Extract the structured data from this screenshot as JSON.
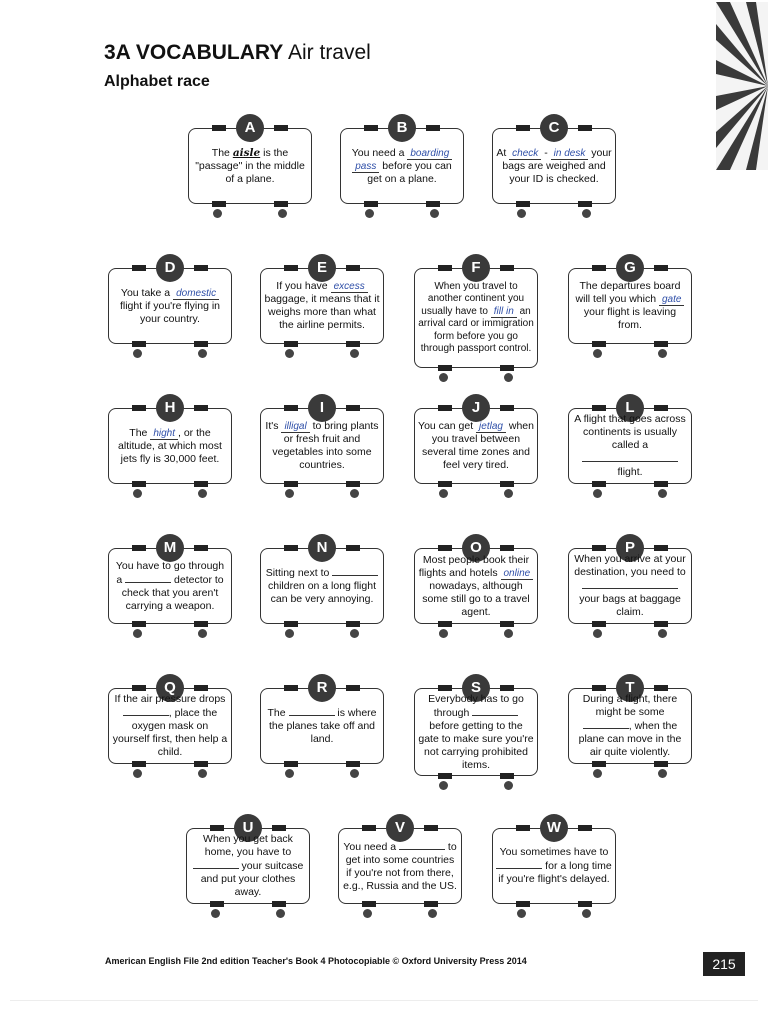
{
  "header": {
    "code": "3A VOCABULARY",
    "topic": "Air travel",
    "subtitle": "Alphabet race"
  },
  "cards": {
    "A": {
      "letter": "A",
      "pre": "The ",
      "word": "aisle",
      "post": " is the \"passage\" in the middle of a plane."
    },
    "B": {
      "letter": "B",
      "t1": "You need a ",
      "a1": "boarding",
      "a2": "pass",
      "t2": " before you can get on a plane."
    },
    "C": {
      "letter": "C",
      "t1": "At ",
      "a1": "check",
      "t2": " - ",
      "a2": "in desk",
      "t3": " your bags are weighed and your ID is checked."
    },
    "D": {
      "letter": "D",
      "t1": "You take a ",
      "a1": "domestic",
      "t2": " flight if you're flying in your country."
    },
    "E": {
      "letter": "E",
      "t1": "If you have ",
      "a1": "excess",
      "t2": " baggage, it means that it weighs more than what the airline permits."
    },
    "F": {
      "letter": "F",
      "t1": "When you travel to another continent you usually have to ",
      "a1": "fill in",
      "t2": " an arrival card or immigration form before you go through passport control."
    },
    "G": {
      "letter": "G",
      "t1": "The departures board will tell you which ",
      "a1": "gate",
      "t2": " your flight is leaving from."
    },
    "H": {
      "letter": "H",
      "t1": "The ",
      "a1": "hight",
      "t2": ", or the altitude, at which most jets fly is 30,000 feet."
    },
    "I": {
      "letter": "I",
      "t1": "It's ",
      "a1": "illigal",
      "t2": " to bring plants or fresh fruit and vegetables into some countries."
    },
    "J": {
      "letter": "J",
      "t1": "You can get ",
      "a1": "jetlag",
      "t2": " when you travel between several time zones and feel very tired."
    },
    "L": {
      "letter": "L",
      "t1": "A flight that goes across continents is usually called a ",
      "t2": " flight."
    },
    "M": {
      "letter": "M",
      "t1": "You have to go through a ",
      "t2": " detector to check that you aren't carrying a weapon."
    },
    "N": {
      "letter": "N",
      "t1": "Sitting next to ",
      "t2": " children on a long flight can be very annoying."
    },
    "O": {
      "letter": "O",
      "t1": "Most people book their flights and hotels ",
      "a1": "online",
      "t2": " nowadays, although some still go to a travel agent."
    },
    "P": {
      "letter": "P",
      "t1": "When you arrive at your destination, you need to ",
      "t2": " your bags at baggage claim."
    },
    "Q": {
      "letter": "Q",
      "t1": "If the air pressure drops ",
      "t2": ", place the oxygen mask on yourself first, then help a child."
    },
    "R": {
      "letter": "R",
      "t1": "The ",
      "t2": " is where the planes take off and land."
    },
    "S": {
      "letter": "S",
      "t1": "Everybody has to go through ",
      "t2": " before getting to the gate to make sure you're not carrying prohibited items."
    },
    "T": {
      "letter": "T",
      "t1": "During a flight, there might be some ",
      "t2": ", when the plane can move in the air quite violently."
    },
    "U": {
      "letter": "U",
      "t1": "When you get back home, you have to ",
      "t2": " your suitcase and put your clothes away."
    },
    "V": {
      "letter": "V",
      "t1": "You need a ",
      "t2": " to get into some countries if you're not from there, e.g., Russia and the US."
    },
    "W": {
      "letter": "W",
      "t1": "You sometimes have to ",
      "t2": " for a long time if you're flight's delayed."
    }
  },
  "footer": {
    "credit": "American English File 2nd edition Teacher's Book 4 Photocopiable © Oxford University Press 2014",
    "page": "215"
  }
}
